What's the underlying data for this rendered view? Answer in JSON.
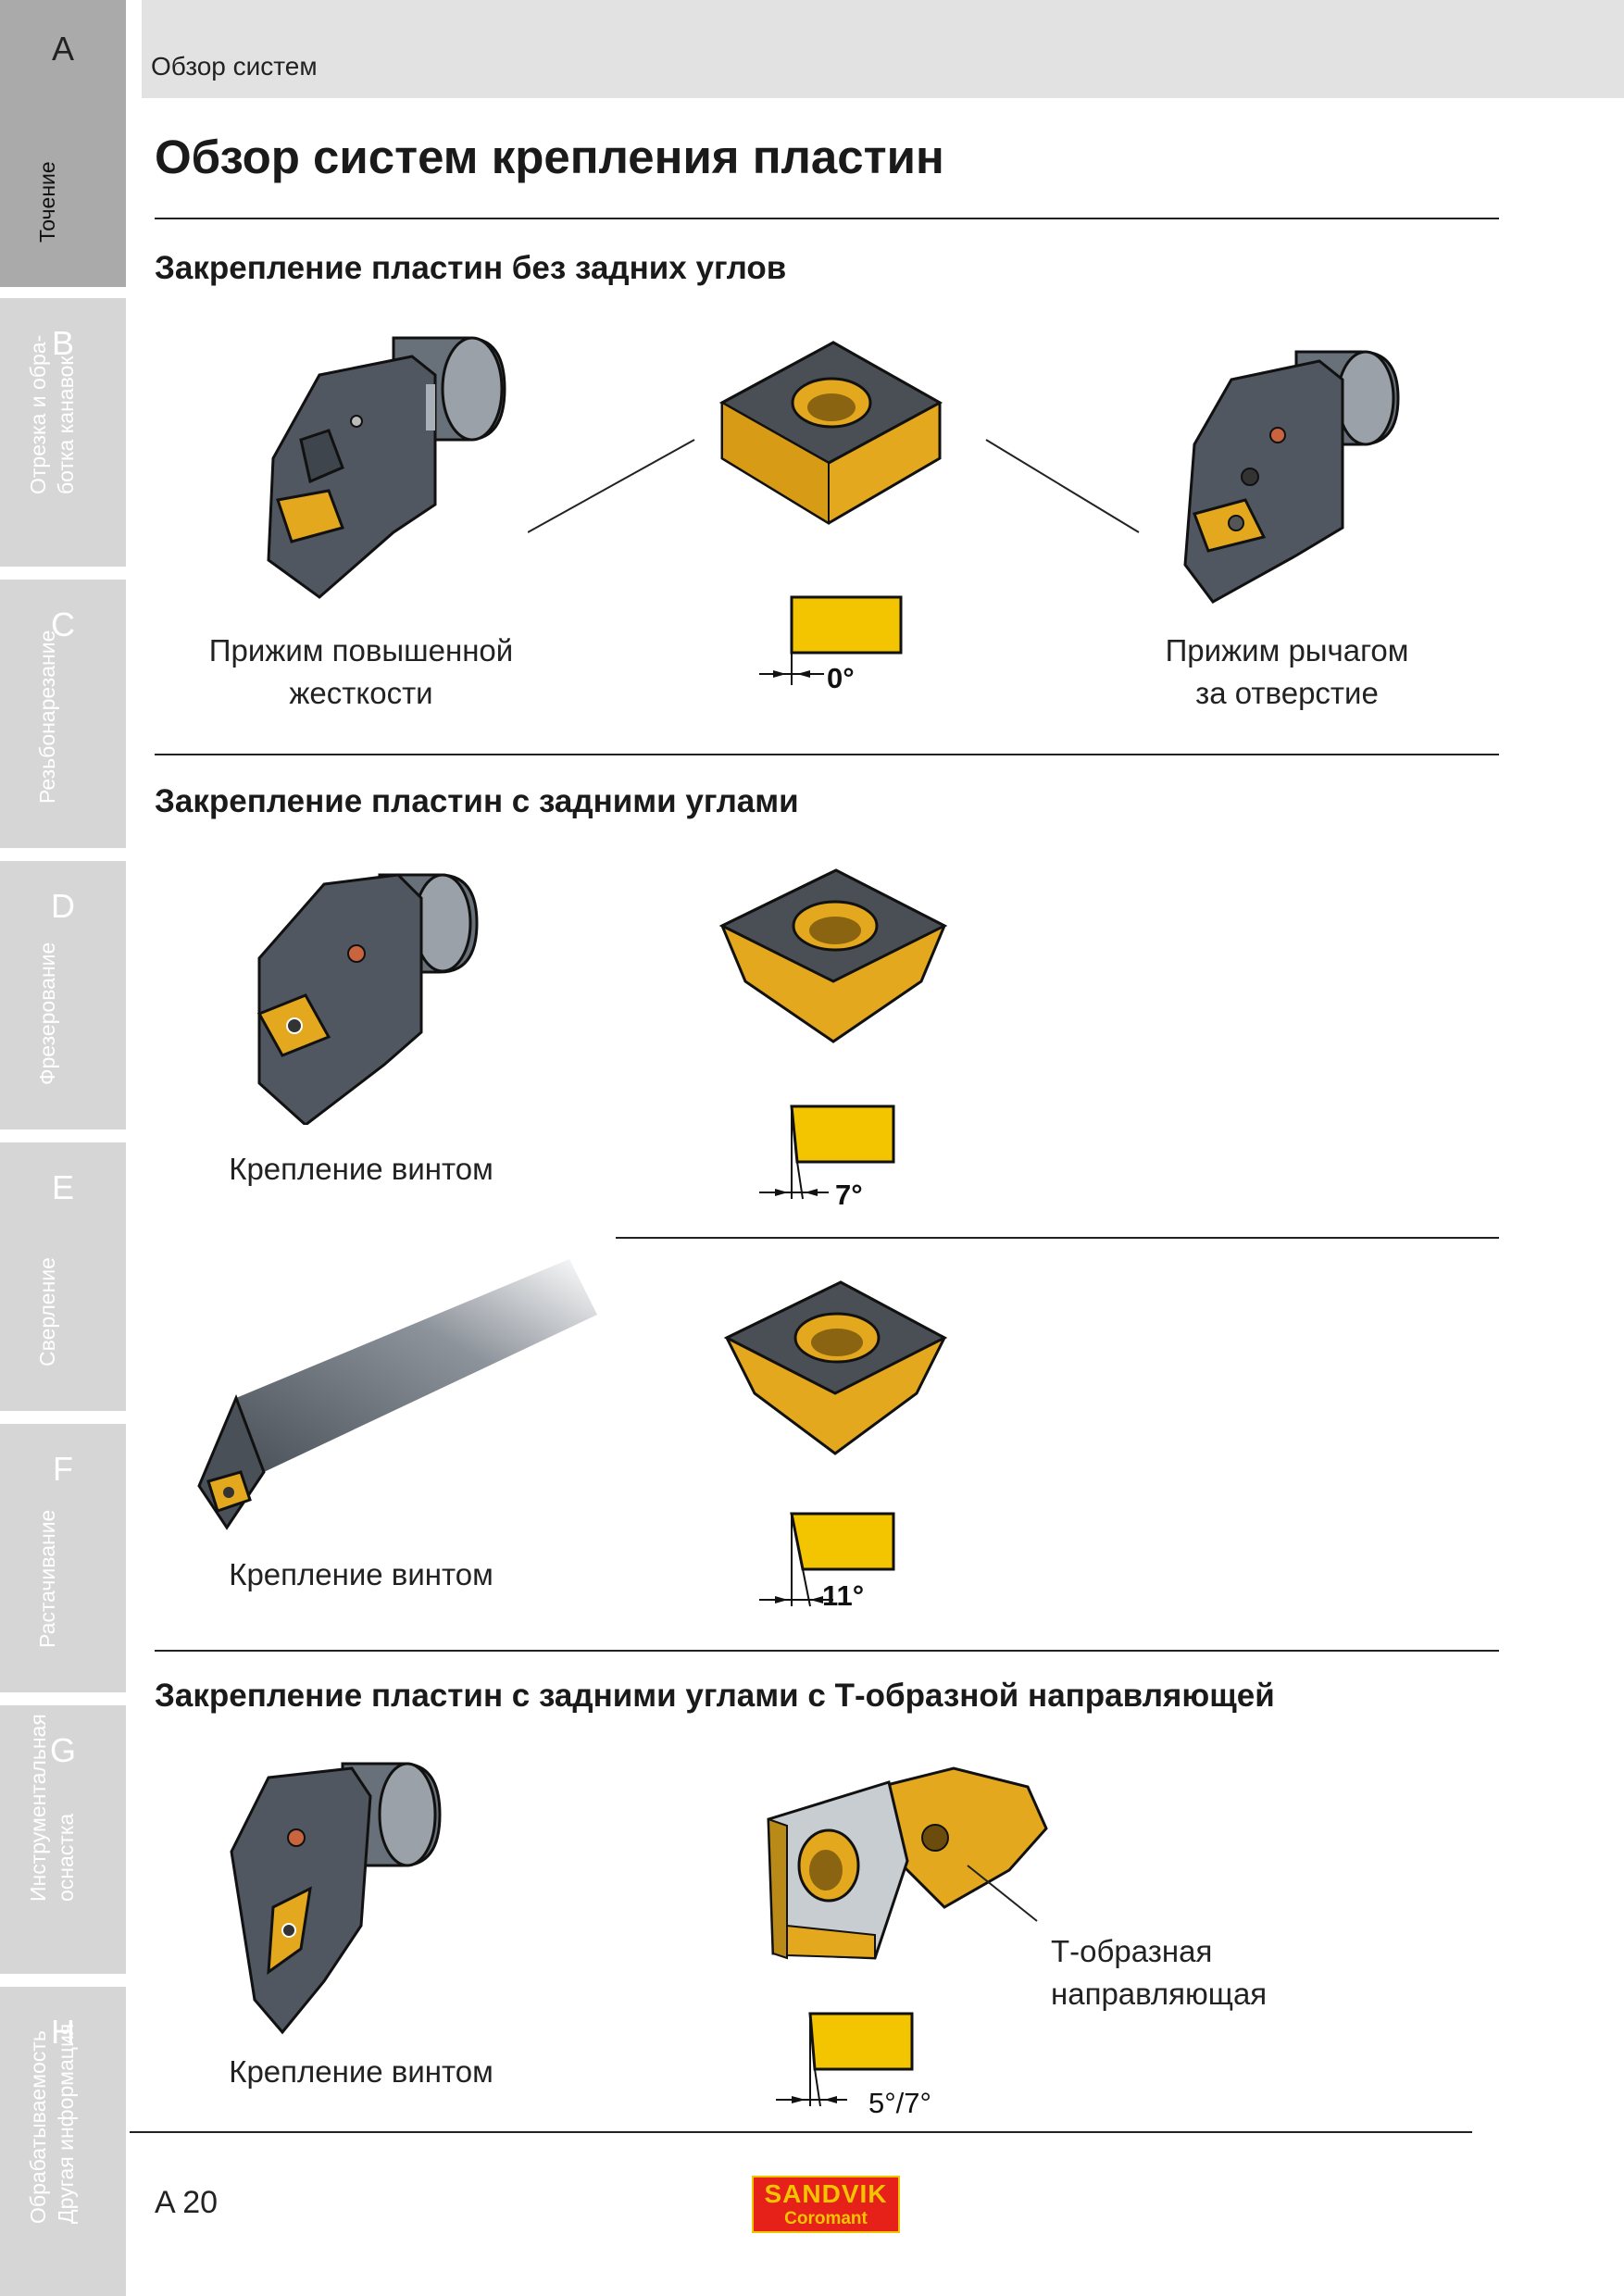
{
  "header": {
    "section": "Обзор систем"
  },
  "page_title": "Обзор систем крепления пластин",
  "sidebar": {
    "tabs": [
      {
        "letter": "A",
        "label": "Точение",
        "active": true
      },
      {
        "letter": "B",
        "label": "Отрезка и обра-",
        "label2": "ботка канавок"
      },
      {
        "letter": "C",
        "label": "Резьбонарезание"
      },
      {
        "letter": "D",
        "label": "Фрезерование"
      },
      {
        "letter": "E",
        "label": "Сверление"
      },
      {
        "letter": "F",
        "label": "Растачивание"
      },
      {
        "letter": "G",
        "label": "Инструментальная",
        "label2": "оснастка"
      },
      {
        "letter": "H",
        "label": "Обрабатываемость",
        "label2": "Другая информация"
      }
    ]
  },
  "sections": [
    {
      "title": "Закрепление пластин без задних углов",
      "left_caption": [
        "Прижим повышенной",
        "жесткости"
      ],
      "right_caption": [
        "Прижим рычагом",
        "за отверстие"
      ],
      "angle": "0°"
    },
    {
      "title": "Закрепление пластин с задними углами",
      "rows": [
        {
          "caption": "Крепление винтом",
          "angle": "7°"
        },
        {
          "caption": "Крепление винтом",
          "angle": "11°"
        }
      ]
    },
    {
      "title": "Закрепление пластин с задними углами с Т-образной направляющей",
      "caption": "Крепление винтом",
      "callout": [
        "Т-образная",
        "направляющая"
      ],
      "angle": "5°/7°"
    }
  ],
  "footer": {
    "page": "A 20",
    "logo_line1": "SANDVIK",
    "logo_line2": "Coromant"
  },
  "colors": {
    "insert_gold": "#e3a81e",
    "tool_body": "#555b63",
    "sidebar_active": "#aaaaaa",
    "sidebar_tab": "#d6d6d6",
    "logo_red": "#e5211a",
    "logo_yellow": "#f3c400"
  }
}
